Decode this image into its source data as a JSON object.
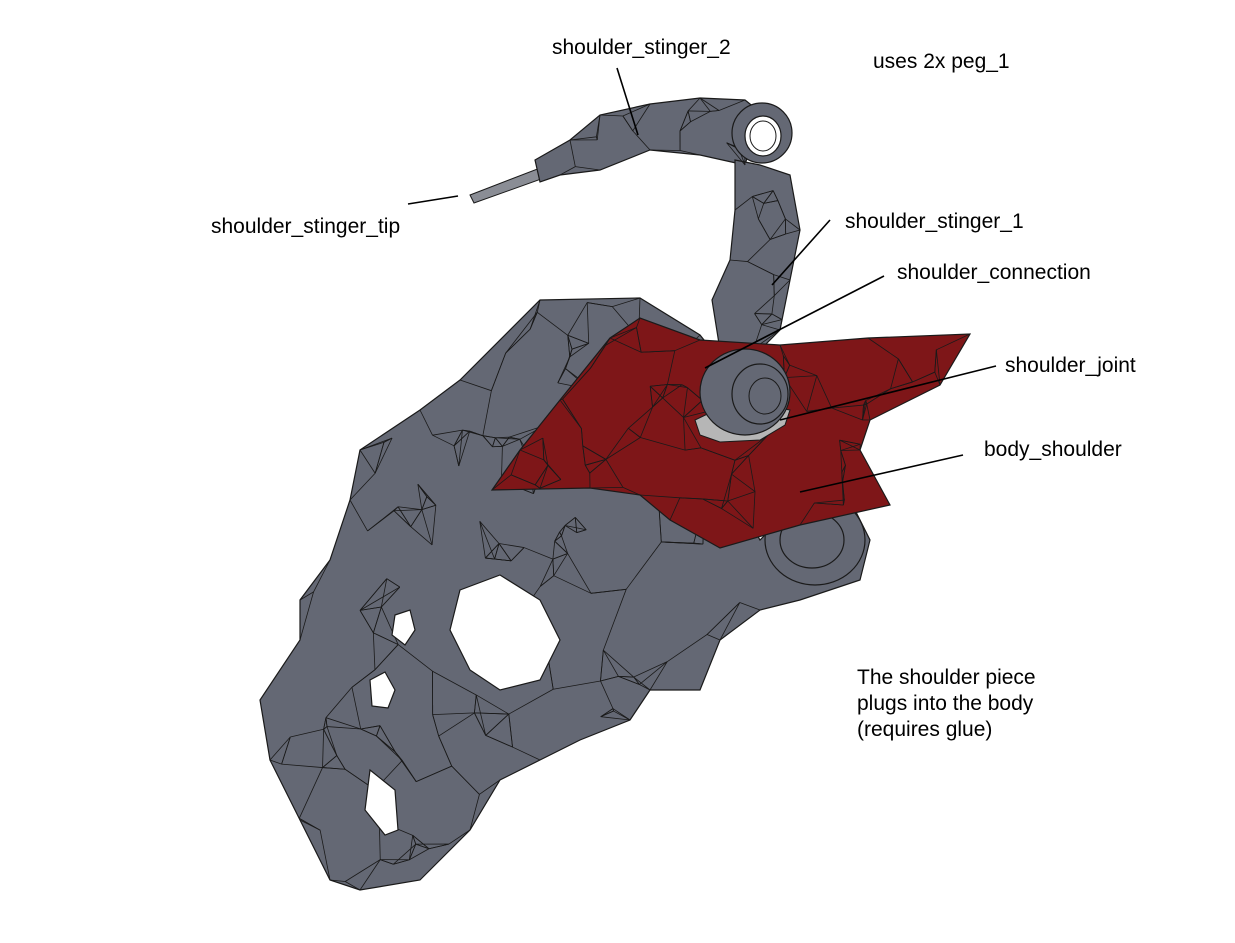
{
  "labels": {
    "shoulder_stinger_2": "shoulder_stinger_2",
    "shoulder_stinger_tip": "shoulder_stinger_tip",
    "shoulder_stinger_1": "shoulder_stinger_1",
    "shoulder_connection": "shoulder_connection",
    "shoulder_joint": "shoulder_joint",
    "body_shoulder": "body_shoulder"
  },
  "notes": {
    "pegs": "uses 2x peg_1",
    "assembly": [
      "The shoulder piece",
      "plugs into the body",
      "(requires glue)"
    ]
  },
  "colors": {
    "body_gray": "#646874",
    "shoulder_red": "#7e1618",
    "edge": "#1a1a1a",
    "background": "#ffffff"
  }
}
